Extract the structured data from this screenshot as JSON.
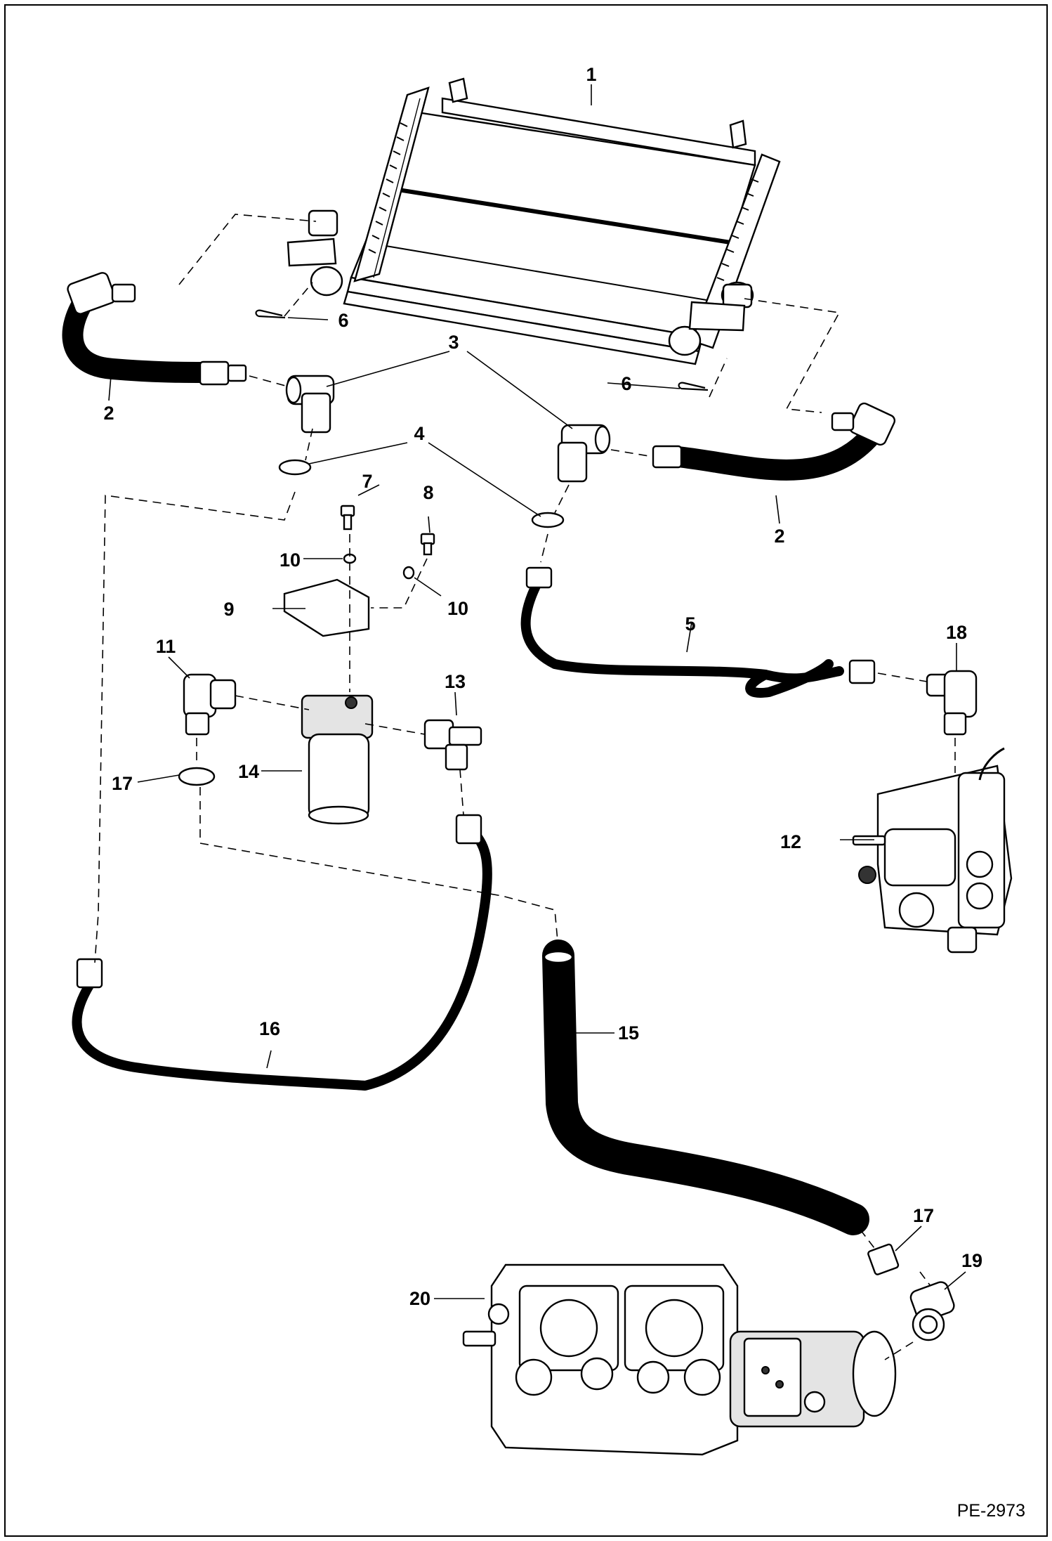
{
  "figure_id": "PE-2973",
  "callouts": [
    {
      "id": "c1",
      "text": "1"
    },
    {
      "id": "c2a",
      "text": "2"
    },
    {
      "id": "c2b",
      "text": "2"
    },
    {
      "id": "c3",
      "text": "3"
    },
    {
      "id": "c4",
      "text": "4"
    },
    {
      "id": "c5",
      "text": "5"
    },
    {
      "id": "c6a",
      "text": "6"
    },
    {
      "id": "c6b",
      "text": "6"
    },
    {
      "id": "c7",
      "text": "7"
    },
    {
      "id": "c8",
      "text": "8"
    },
    {
      "id": "c9",
      "text": "9"
    },
    {
      "id": "c10a",
      "text": "10"
    },
    {
      "id": "c10b",
      "text": "10"
    },
    {
      "id": "c11",
      "text": "11"
    },
    {
      "id": "c12",
      "text": "12"
    },
    {
      "id": "c13",
      "text": "13"
    },
    {
      "id": "c14",
      "text": "14"
    },
    {
      "id": "c15",
      "text": "15"
    },
    {
      "id": "c16",
      "text": "16"
    },
    {
      "id": "c17a",
      "text": "17"
    },
    {
      "id": "c17b",
      "text": "17"
    },
    {
      "id": "c18",
      "text": "18"
    },
    {
      "id": "c19",
      "text": "19"
    },
    {
      "id": "c20",
      "text": "20"
    }
  ]
}
